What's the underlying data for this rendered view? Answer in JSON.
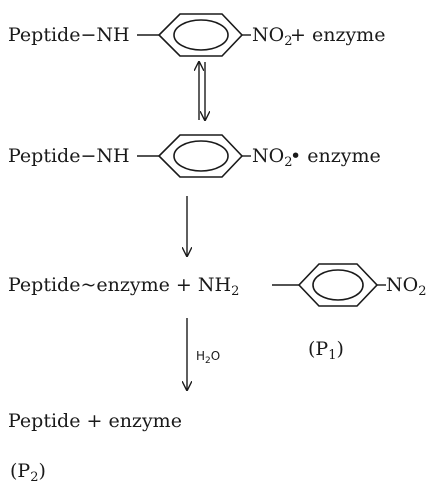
{
  "reaction": {
    "row1": {
      "left": "Peptide−NH",
      "group": "NO",
      "group_sub": "2",
      "right": " + enzyme"
    },
    "row2": {
      "left": "Peptide−NH",
      "group": "NO",
      "group_sub": "2",
      "right": "• enzyme"
    },
    "row3": {
      "left": "Peptide~enzyme  +  NH",
      "left_sub": "2",
      "group": "NO",
      "group_sub": "2"
    },
    "reagent": {
      "text": "H",
      "sub": "2",
      "tail": "O"
    },
    "p1": {
      "open": "(P",
      "sub": "1",
      "close": ")"
    },
    "row4": {
      "text": "Peptide  +  enzyme"
    },
    "p2": {
      "open": "(P",
      "sub": "2",
      "close": ")"
    }
  }
}
